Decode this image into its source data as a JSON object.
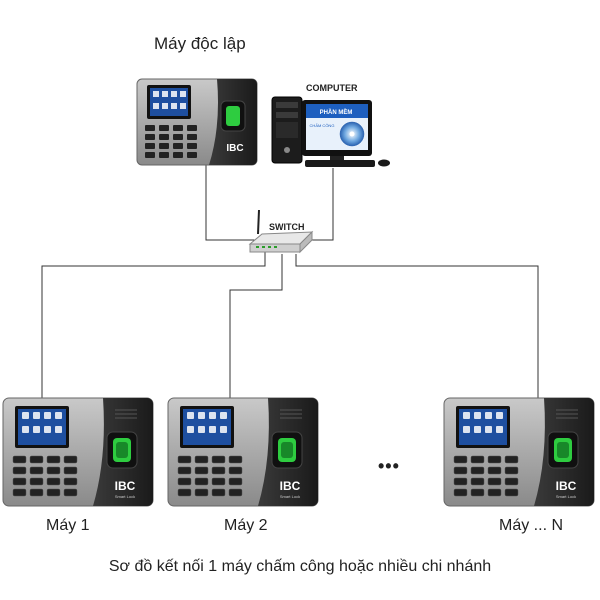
{
  "title": "Máy độc lập",
  "computer_label": "COMPUTER",
  "switch_label": "SWITCH",
  "device_brand": "IBC",
  "device_subbrand": "Smart Lock",
  "monitor_screen_text": "PHẦN MỀM",
  "monitor_screen_subtext": "CHẤM CÔNG",
  "machines": [
    {
      "label": "Máy 1"
    },
    {
      "label": "Máy 2"
    },
    {
      "label": "Máy ... N"
    }
  ],
  "ellipsis": "•••",
  "caption": "Sơ đồ kết nối 1 máy chấm công hoặc nhiều chi nhánh",
  "colors": {
    "device_body_light": "#a8a8a8",
    "device_body_dark": "#2b2b2b",
    "screen_bg": "#1e4fa0",
    "fingerprint_glow": "#2ecc40",
    "wire": "#333333"
  }
}
